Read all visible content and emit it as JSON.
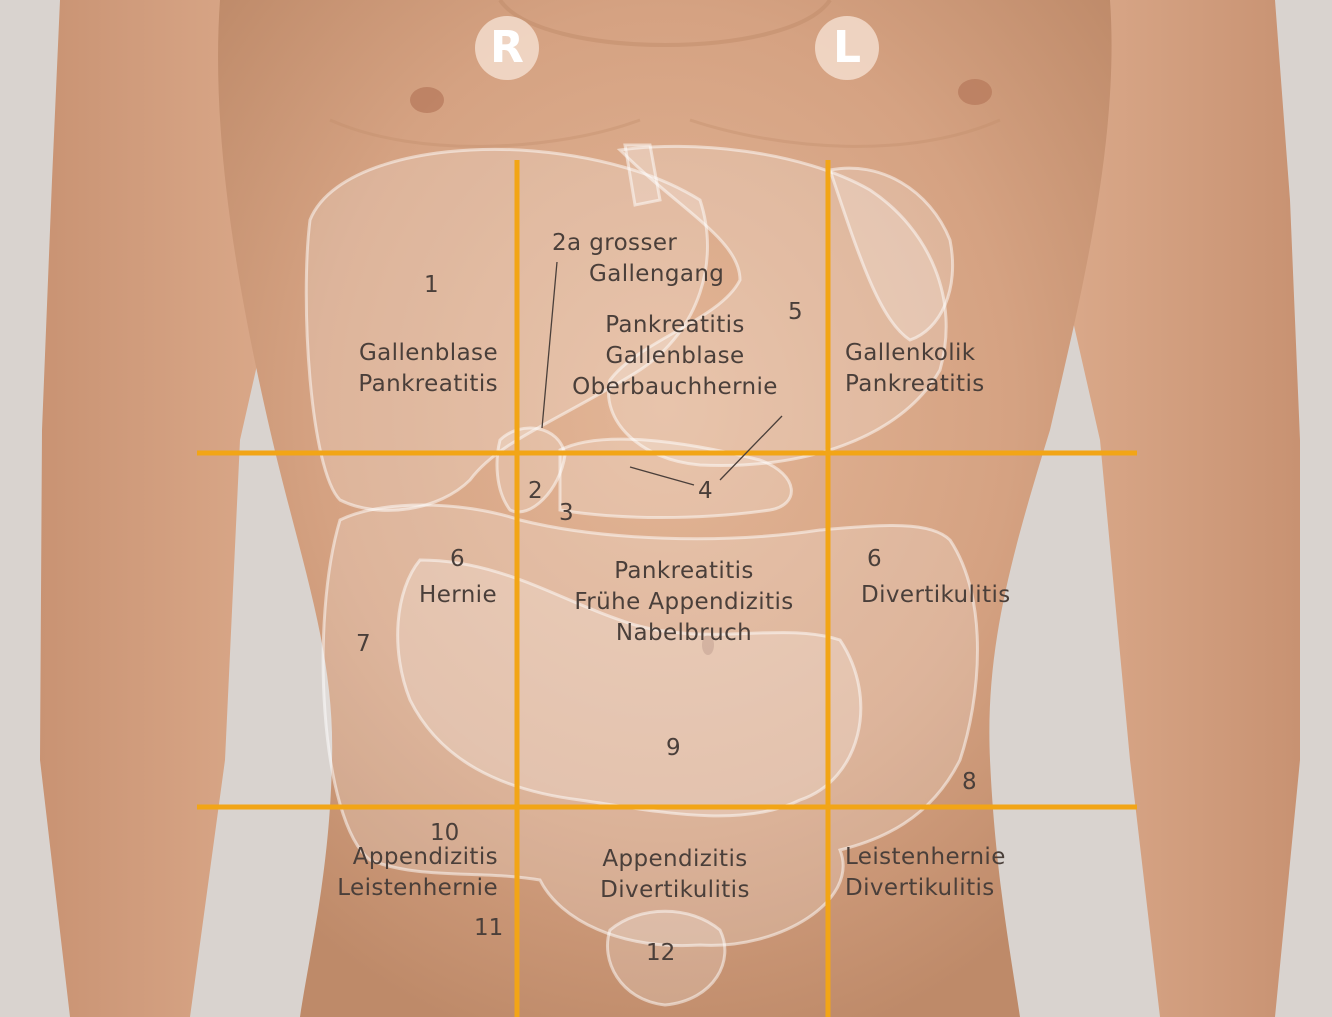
{
  "colors": {
    "grid_line": "#f2a516",
    "background": "#d9d3cf",
    "skin": "#d9a98a",
    "skin_shadow": "#c48e6c",
    "organ_overlay": "#ffffff",
    "text": "#4a3f3a"
  },
  "side_markers": {
    "right": "R",
    "left": "L"
  },
  "regions": {
    "upper_right": {
      "number": "1",
      "lines": [
        "Gallenblase",
        "Pankreatitis"
      ]
    },
    "upper_center": {
      "number": "5",
      "callout_lines": [
        "2a grosser",
        "Gallengang"
      ],
      "lines": [
        "Pankreatitis",
        "Gallenblase",
        "Oberbauchhernie"
      ]
    },
    "upper_left": {
      "lines": [
        "Gallenkolik",
        "Pankreatitis"
      ]
    },
    "middle_right": {
      "number": "6",
      "number_lower": "7",
      "lines": [
        "Hernie"
      ]
    },
    "middle_center": {
      "number": "9",
      "lines": [
        "Pankreatitis",
        "Frühe Appendizitis",
        "Nabelbruch"
      ]
    },
    "middle_left": {
      "number": "6",
      "number_lower": "8",
      "lines": [
        "Divertikulitis"
      ]
    },
    "lower_right": {
      "number": "10",
      "number_lower": "11",
      "lines": [
        "Appendizitis",
        "Leistenhernie"
      ]
    },
    "lower_center": {
      "number": "12",
      "lines": [
        "Appendizitis",
        "Divertikulitis"
      ]
    },
    "lower_left": {
      "lines": [
        "Leistenhernie",
        "Divertikulitis"
      ]
    }
  },
  "organ_markers": {
    "duodenum": "2",
    "bile_duct_lower": "3",
    "pancreas": "4"
  }
}
